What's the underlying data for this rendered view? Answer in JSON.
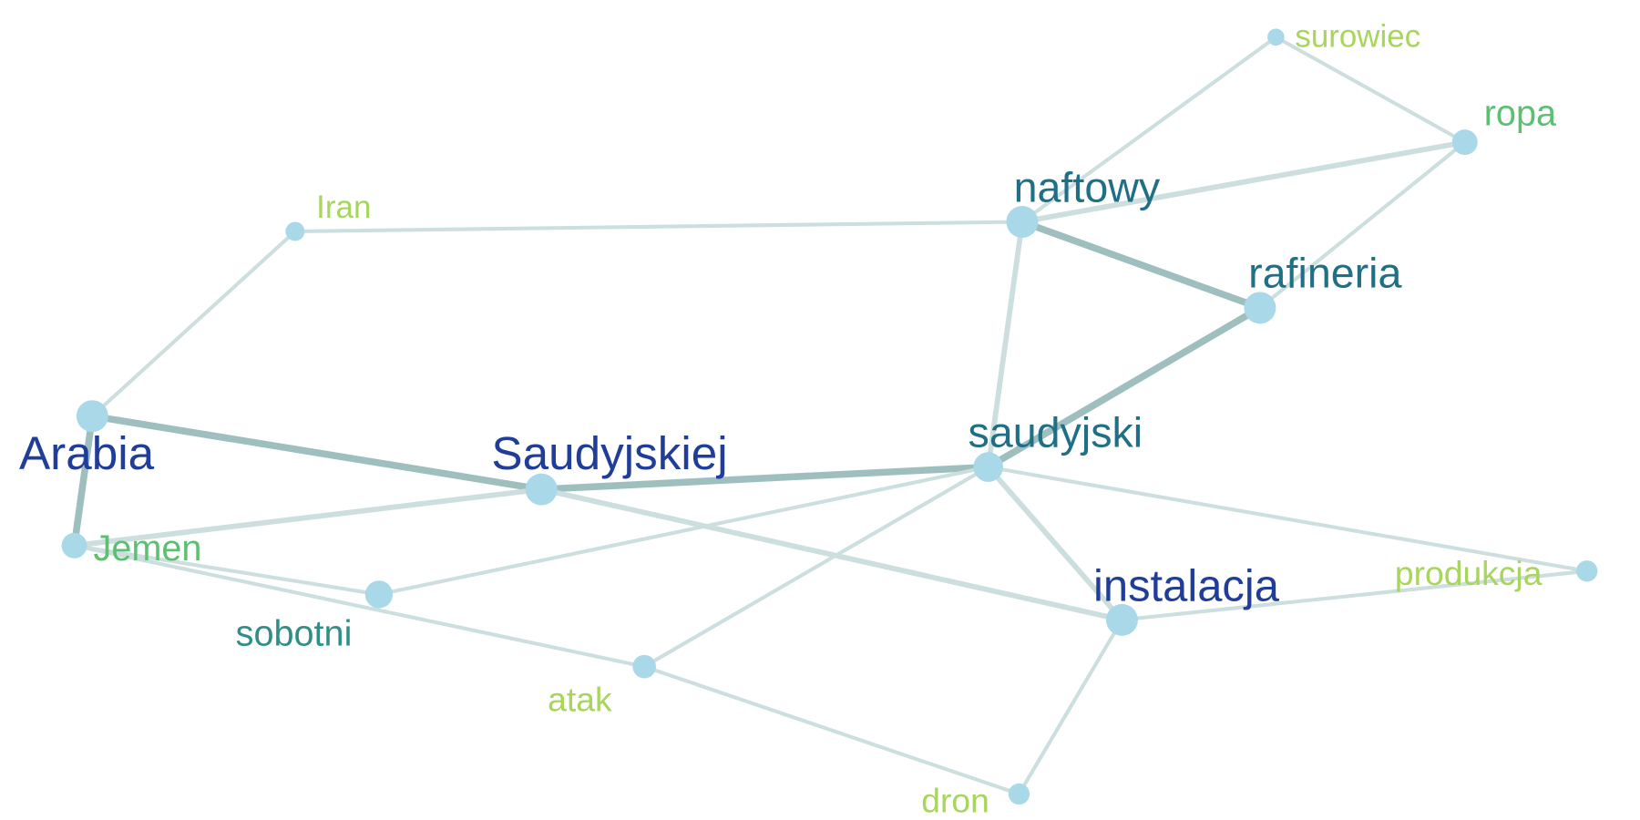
{
  "graph": {
    "nodes": [
      {
        "id": "surowiec",
        "label": "surowiec",
        "color": "#a8d55c"
      },
      {
        "id": "ropa",
        "label": "ropa",
        "color": "#5cbf72"
      },
      {
        "id": "naftowy",
        "label": "naftowy",
        "color": "#1f6f86"
      },
      {
        "id": "Iran",
        "label": "Iran",
        "color": "#a8d55c"
      },
      {
        "id": "rafineria",
        "label": "rafineria",
        "color": "#1f6f86"
      },
      {
        "id": "Arabia",
        "label": "Arabia",
        "color": "#1f3d99"
      },
      {
        "id": "Saudyjskiej",
        "label": "Saudyjskiej",
        "color": "#1f3d99"
      },
      {
        "id": "saudyjski",
        "label": "saudyjski",
        "color": "#1f6f86"
      },
      {
        "id": "Jemen",
        "label": "Jemen",
        "color": "#5cbf72"
      },
      {
        "id": "sobotni",
        "label": "sobotni",
        "color": "#2f8f86"
      },
      {
        "id": "produkcja",
        "label": "produkcja",
        "color": "#a8d55c"
      },
      {
        "id": "instalacja",
        "label": "instalacja",
        "color": "#1f3d99"
      },
      {
        "id": "atak",
        "label": "atak",
        "color": "#a8d55c"
      },
      {
        "id": "dron",
        "label": "dron",
        "color": "#a8d55c"
      }
    ],
    "edges": [
      {
        "source": "surowiec",
        "target": "naftowy",
        "weight": 1
      },
      {
        "source": "surowiec",
        "target": "ropa",
        "weight": 1
      },
      {
        "source": "naftowy",
        "target": "ropa",
        "weight": 2
      },
      {
        "source": "ropa",
        "target": "rafineria",
        "weight": 1
      },
      {
        "source": "Iran",
        "target": "naftowy",
        "weight": 1
      },
      {
        "source": "Iran",
        "target": "Arabia",
        "weight": 1
      },
      {
        "source": "naftowy",
        "target": "rafineria",
        "weight": 3
      },
      {
        "source": "naftowy",
        "target": "saudyjski",
        "weight": 2
      },
      {
        "source": "rafineria",
        "target": "saudyjski",
        "weight": 3
      },
      {
        "source": "Arabia",
        "target": "Saudyjskiej",
        "weight": 3
      },
      {
        "source": "Arabia",
        "target": "Jemen",
        "weight": 3
      },
      {
        "source": "Saudyjskiej",
        "target": "saudyjski",
        "weight": 3
      },
      {
        "source": "Jemen",
        "target": "Saudyjskiej",
        "weight": 2
      },
      {
        "source": "Jemen",
        "target": "sobotni",
        "weight": 1
      },
      {
        "source": "Jemen",
        "target": "atak",
        "weight": 1
      },
      {
        "source": "sobotni",
        "target": "saudyjski",
        "weight": 1
      },
      {
        "source": "saudyjski",
        "target": "atak",
        "weight": 1
      },
      {
        "source": "saudyjski",
        "target": "instalacja",
        "weight": 2
      },
      {
        "source": "saudyjski",
        "target": "produkcja",
        "weight": 1
      },
      {
        "source": "Saudyjskiej",
        "target": "instalacja",
        "weight": 2
      },
      {
        "source": "instalacja",
        "target": "produkcja",
        "weight": 1
      },
      {
        "source": "instalacja",
        "target": "dron",
        "weight": 1
      },
      {
        "source": "atak",
        "target": "dron",
        "weight": 1
      }
    ]
  },
  "colors": {
    "node_fill": "#a9d9e8",
    "edge_light": "#cddede",
    "edge_dark": "#9fbfbf"
  }
}
